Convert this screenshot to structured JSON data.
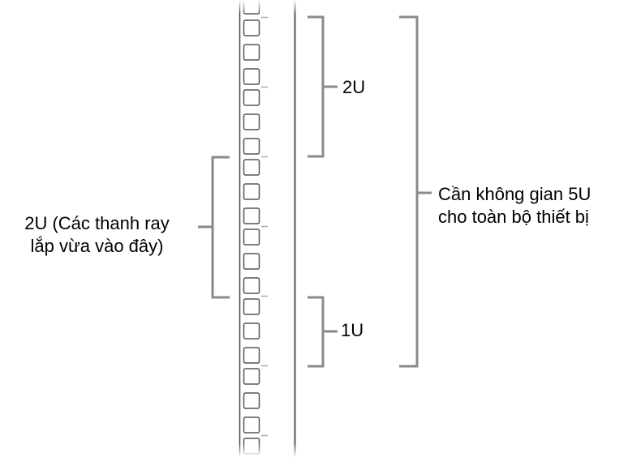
{
  "labels": {
    "rails_fit": {
      "line1": "2U (Các thanh ray",
      "line2": "lắp vừa vào đây)"
    },
    "top_unit": "2U",
    "bottom_unit": "1U",
    "total": {
      "line1": "Cần không gian 5U",
      "line2": "cho toàn bộ thiết bị"
    }
  },
  "colors": {
    "rail_line": "#444444",
    "right_post": "#777777",
    "bracket": "#8a8a8a",
    "hole_border": "#555555",
    "tick": "#aaaaaa"
  }
}
